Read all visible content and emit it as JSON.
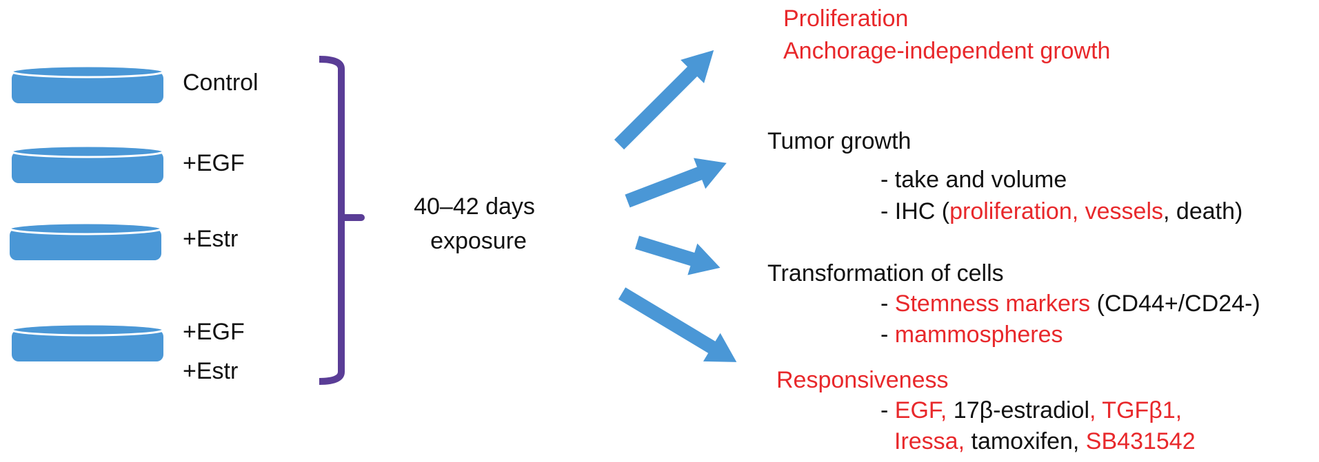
{
  "colors": {
    "dish": "#4a97d6",
    "dish_rim": "#ffffff",
    "bracket": "#5a3d96",
    "arrow": "#4a97d6",
    "text": "#111111",
    "highlight": "#e8282b"
  },
  "conditions": [
    {
      "id": "control",
      "lines": [
        "Control"
      ]
    },
    {
      "id": "egf",
      "lines": [
        "+EGF"
      ]
    },
    {
      "id": "estr",
      "lines": [
        "+Estr"
      ]
    },
    {
      "id": "egf-estr",
      "lines": [
        "+EGF",
        "+Estr"
      ]
    }
  ],
  "exposure": {
    "line1": "40–42 days",
    "line2": "exposure"
  },
  "outcomes": {
    "proliferation": {
      "line1": "Proliferation",
      "line2": "Anchorage-independent growth"
    },
    "tumor": {
      "title": "Tumor growth",
      "item1": "- take and volume",
      "item2_prefix": "- IHC (",
      "item2_red": "proliferation, vessels",
      "item2_suffix": ", death)"
    },
    "transformation": {
      "title": "Transformation of cells",
      "item1_prefix": "- ",
      "item1_red": "Stemness markers",
      "item1_suffix": " (CD44+/CD24-)",
      "item2_prefix": "- ",
      "item2_red": "mammospheres"
    },
    "responsiveness": {
      "title": "Responsiveness",
      "line1_prefix": "- ",
      "line1_red1": "EGF,",
      "line1_black": " 17β-estradiol",
      "line1_red2": ", TGFβ1,",
      "line2_red1": "Iressa,",
      "line2_black": " tamoxifen,",
      "line2_red2": " SB431542"
    }
  }
}
